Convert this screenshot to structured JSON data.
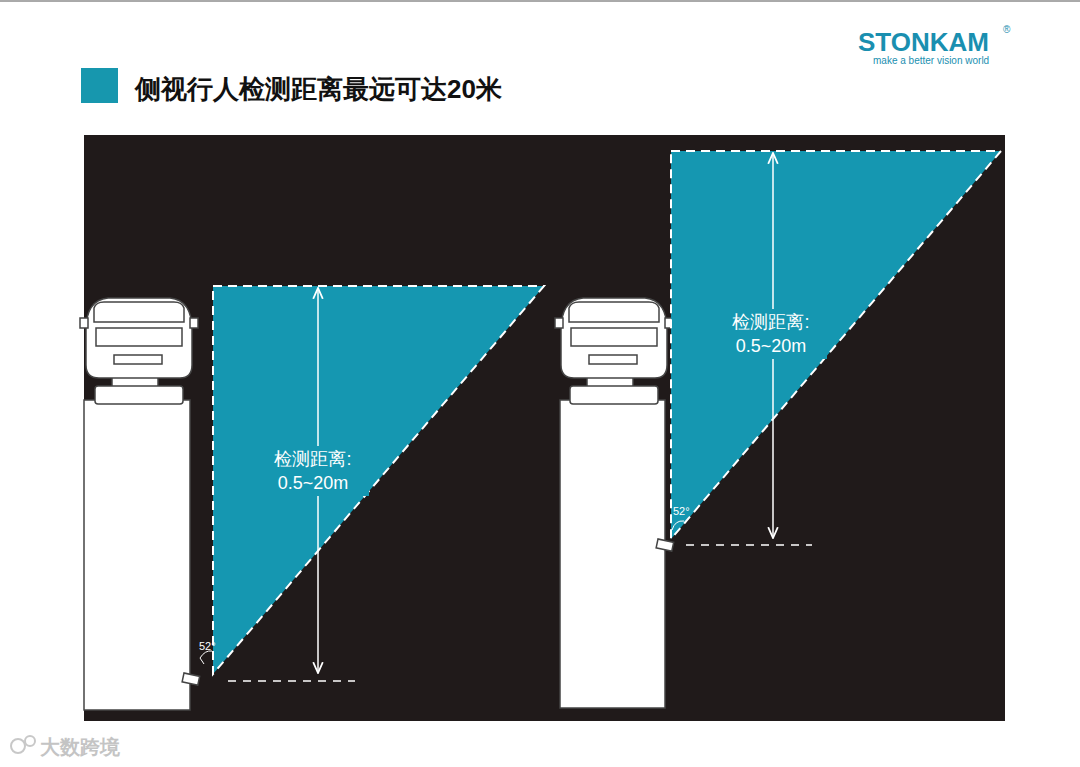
{
  "diagram": {
    "title": "侧视行人检测距离最远可达20米",
    "nodes": [
      {
        "text": [
          "检测距离: 0.5~20m"
        ]
      },
      {
        "text": [
          "检测距离: 0.5~20m"
        ]
      }
    ],
    "labels": [
      "STONKAM",
      "®",
      "make a better vision world",
      "52°",
      "52°",
      "大数跨境"
    ]
  }
}
